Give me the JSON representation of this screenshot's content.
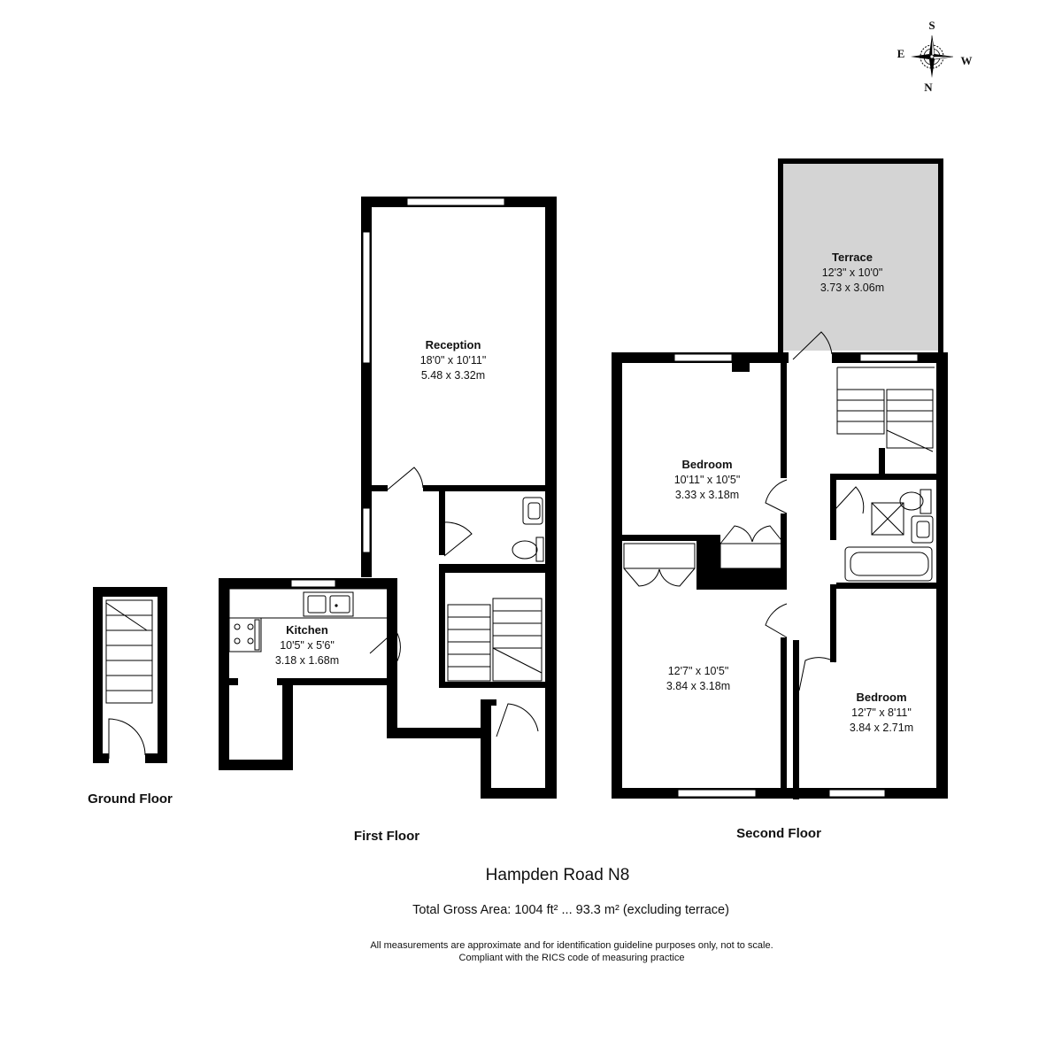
{
  "compass": {
    "s": "S",
    "e": "E",
    "w": "W",
    "n": "N"
  },
  "rooms": {
    "reception": {
      "name": "Reception",
      "imperial": "18'0\" x 10'11\"",
      "metric": "5.48 x 3.32m"
    },
    "kitchen": {
      "name": "Kitchen",
      "imperial": "10'5\" x 5'6\"",
      "metric": "3.18 x 1.68m"
    },
    "terrace": {
      "name": "Terrace",
      "imperial": "12'3\" x 10'0\"",
      "metric": "3.73 x 3.06m"
    },
    "bedroom1": {
      "name": "Bedroom",
      "imperial": "10'11\" x 10'5\"",
      "metric": "3.33 x 3.18m"
    },
    "room2": {
      "imperial": "12'7\" x 10'5\"",
      "metric": "3.84 x 3.18m"
    },
    "bedroom2": {
      "name": "Bedroom",
      "imperial": "12'7\" x 8'11\"",
      "metric": "3.84 x 2.71m"
    }
  },
  "floors": {
    "ground": "Ground Floor",
    "first": "First Floor",
    "second": "Second Floor"
  },
  "title": "Hampden Road N8",
  "area": "Total Gross Area: 1004 ft² ... 93.3 m² (excluding terrace)",
  "disclaimer": {
    "line1": "All measurements are approximate and for identification guideline purposes only, not to scale.",
    "line2": "Compliant with the RICS code of measuring practice"
  },
  "colors": {
    "wall": "#000000",
    "terrace_fill": "#d4d4d4",
    "background": "#ffffff"
  }
}
